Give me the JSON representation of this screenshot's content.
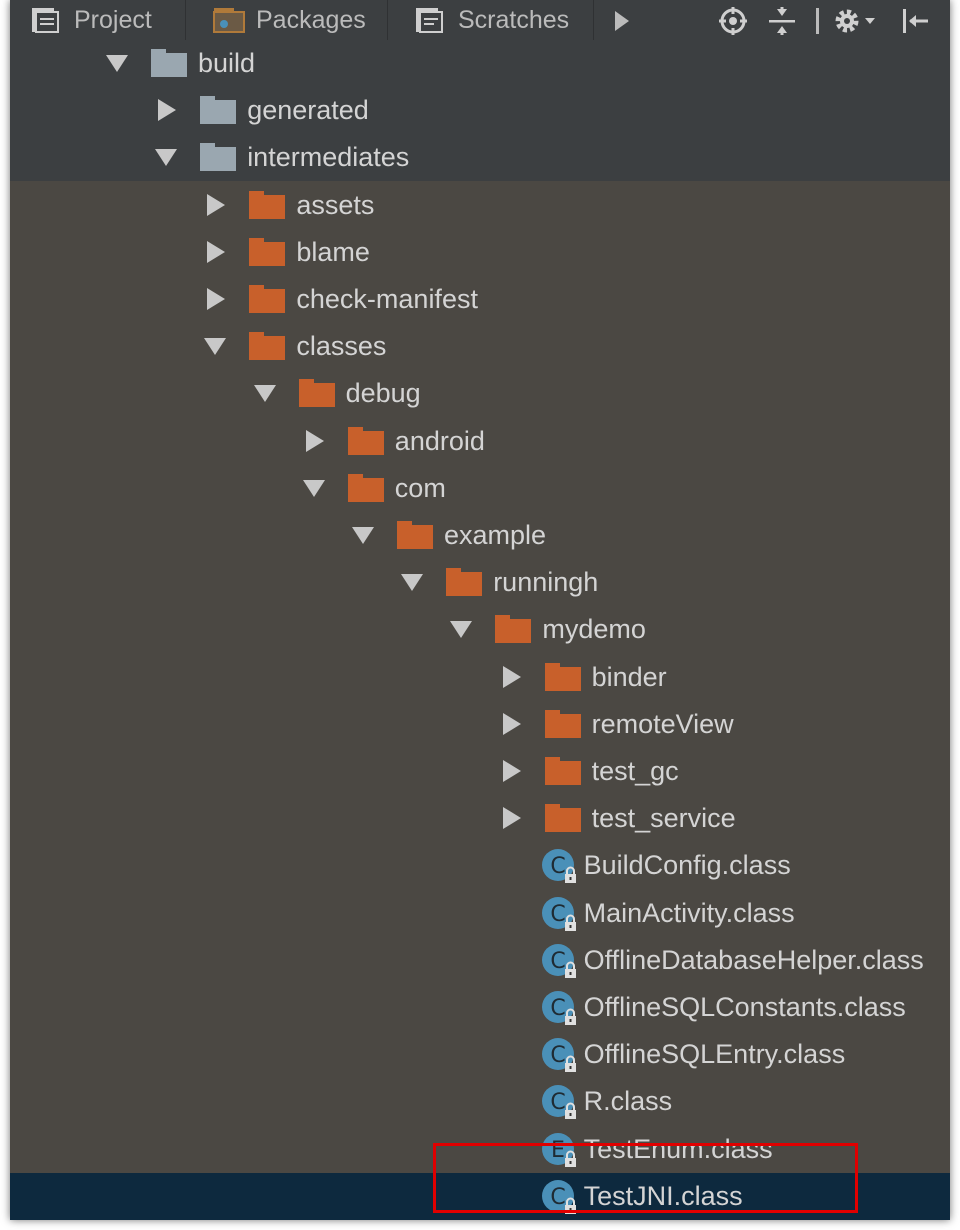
{
  "toolbar": {
    "tabs": [
      {
        "label": "Project"
      },
      {
        "label": "Packages"
      },
      {
        "label": "Scratches"
      }
    ],
    "icons": [
      "more-tabs-icon",
      "locate-target-icon",
      "collapse-all-icon",
      "gear-icon",
      "hide-panel-icon"
    ]
  },
  "colors": {
    "panel_bg": "#4b4843",
    "toolbar_bg": "#3c3f41",
    "selected_bg": "#0d293e",
    "folder_orange": "#c8602b",
    "folder_gray": "#9aa7b0",
    "class_icon_blue": "#4a90b8",
    "highlight_red": "#e00000"
  },
  "tree": {
    "items": [
      {
        "label": "build",
        "depth": 0,
        "expanded": true,
        "kind": "folder-gray"
      },
      {
        "label": "generated",
        "depth": 1,
        "expanded": false,
        "kind": "folder-gray"
      },
      {
        "label": "intermediates",
        "depth": 1,
        "expanded": true,
        "kind": "folder-gray"
      },
      {
        "label": "assets",
        "depth": 2,
        "expanded": false,
        "kind": "folder"
      },
      {
        "label": "blame",
        "depth": 2,
        "expanded": false,
        "kind": "folder"
      },
      {
        "label": "check-manifest",
        "depth": 2,
        "expanded": false,
        "kind": "folder"
      },
      {
        "label": "classes",
        "depth": 2,
        "expanded": true,
        "kind": "folder"
      },
      {
        "label": "debug",
        "depth": 3,
        "expanded": true,
        "kind": "folder"
      },
      {
        "label": "android",
        "depth": 4,
        "expanded": false,
        "kind": "folder"
      },
      {
        "label": "com",
        "depth": 4,
        "expanded": true,
        "kind": "folder"
      },
      {
        "label": "example",
        "depth": 5,
        "expanded": true,
        "kind": "folder"
      },
      {
        "label": "runningh",
        "depth": 6,
        "expanded": true,
        "kind": "folder"
      },
      {
        "label": "mydemo",
        "depth": 7,
        "expanded": true,
        "kind": "folder"
      },
      {
        "label": "binder",
        "depth": 8,
        "expanded": false,
        "kind": "folder"
      },
      {
        "label": "remoteView",
        "depth": 8,
        "expanded": false,
        "kind": "folder"
      },
      {
        "label": "test_gc",
        "depth": 8,
        "expanded": false,
        "kind": "folder"
      },
      {
        "label": "test_service",
        "depth": 8,
        "expanded": false,
        "kind": "folder"
      },
      {
        "label": "BuildConfig.class",
        "depth": 8,
        "kind": "class",
        "icon_letter": "C",
        "badge": "lock"
      },
      {
        "label": "MainActivity.class",
        "depth": 8,
        "kind": "class",
        "icon_letter": "C",
        "badge": "lock"
      },
      {
        "label": "OfflineDatabaseHelper.class",
        "depth": 8,
        "kind": "class",
        "icon_letter": "C",
        "badge": "lock"
      },
      {
        "label": "OfflineSQLConstants.class",
        "depth": 8,
        "kind": "class",
        "icon_letter": "C",
        "badge": "lock"
      },
      {
        "label": "OfflineSQLEntry.class",
        "depth": 8,
        "kind": "class",
        "icon_letter": "C",
        "badge": "lock"
      },
      {
        "label": "R.class",
        "depth": 8,
        "kind": "class",
        "icon_letter": "C",
        "badge": "lock"
      },
      {
        "label": "TestEnum.class",
        "depth": 8,
        "kind": "class",
        "icon_letter": "E",
        "badge": "lock"
      },
      {
        "label": "TestJNI.class",
        "depth": 8,
        "kind": "class",
        "icon_letter": "C",
        "badge": "lock",
        "selected": true
      }
    ]
  }
}
